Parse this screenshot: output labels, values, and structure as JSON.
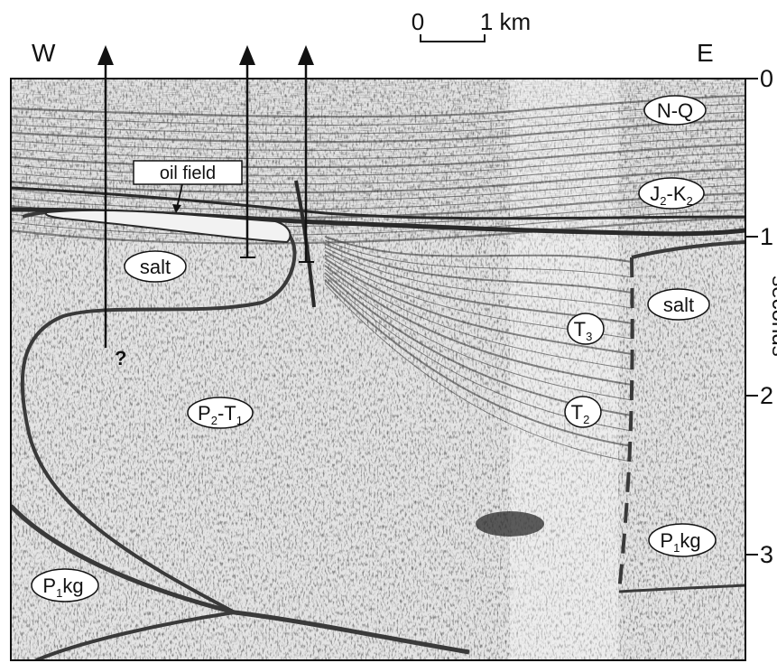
{
  "orientation": {
    "west": "W",
    "east": "E"
  },
  "scale_bar": {
    "start": "0",
    "end": "1 km"
  },
  "time_axis": {
    "label": "seconds",
    "ticks": [
      "0",
      "1",
      "2",
      "3"
    ]
  },
  "annotations": {
    "oil_field": "oil field",
    "uncertain": "?"
  },
  "units": [
    {
      "name": "N-Q",
      "base": "N-Q",
      "sub": "",
      "tail": ""
    },
    {
      "name": "J2-K2",
      "base": "J",
      "sub": "2",
      "tail": "-K",
      "sub2": "2"
    },
    {
      "name": "salt-west",
      "base": "salt",
      "sub": "",
      "tail": ""
    },
    {
      "name": "salt-east",
      "base": "salt",
      "sub": "",
      "tail": ""
    },
    {
      "name": "T3",
      "base": "T",
      "sub": "3",
      "tail": ""
    },
    {
      "name": "T2",
      "base": "T",
      "sub": "2",
      "tail": ""
    },
    {
      "name": "P2-T1",
      "base": "P",
      "sub": "2",
      "tail": "-T",
      "sub2": "1"
    },
    {
      "name": "P1kg-east",
      "base": "P",
      "sub": "1",
      "tail": "kg"
    },
    {
      "name": "P1kg-west",
      "base": "P",
      "sub": "1",
      "tail": "kg"
    }
  ],
  "colors": {
    "section_background": "#d9d9d9",
    "reflector": "#2f2f2f",
    "oil_field_fill": "#f0f0f0",
    "label_fill": "#ffffff"
  }
}
